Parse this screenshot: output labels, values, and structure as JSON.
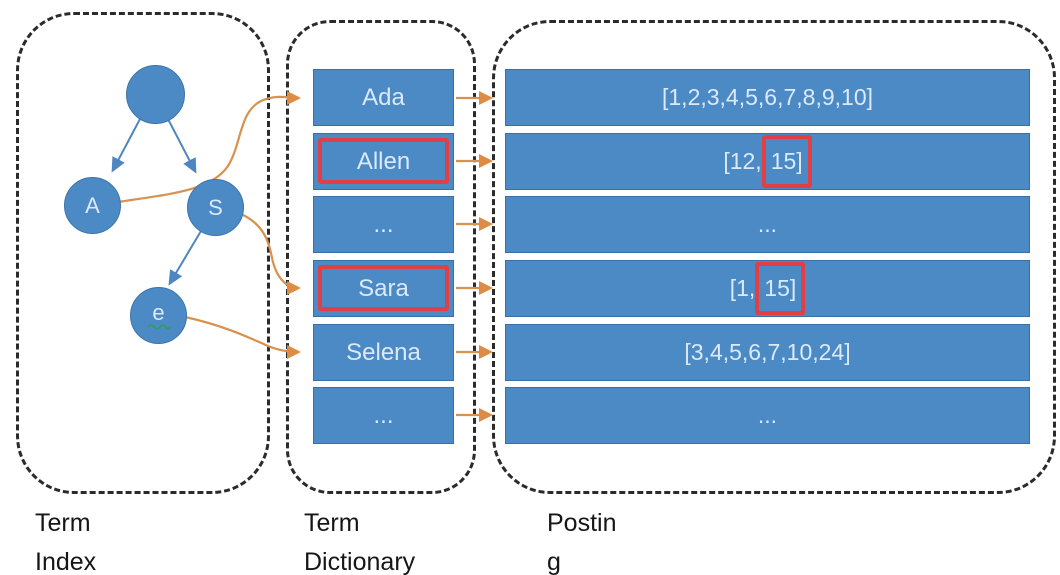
{
  "figure": {
    "title": "inverted index structure diagram",
    "colors": {
      "node_and_box_fill": "#4c8ac6",
      "box_border": "#3a70a6",
      "box_text": "#dbe9f8",
      "tree_arrow_blue": "#4e86c2",
      "link_arrow_orange": "#d8914e",
      "highlight_red": "#e23f44",
      "container_dash": "#2b2b2b",
      "label_text": "#161616",
      "squiggle_green": "#2f9e63"
    },
    "term_index": {
      "label_line1": "Term",
      "label_line2": "Index",
      "nodes": {
        "root": "",
        "left": "A",
        "right": "S",
        "child": "e"
      }
    },
    "term_dictionary": {
      "label_line1": "Term",
      "label_line2": "Dictionary",
      "rows": [
        {
          "label": "Ada",
          "highlighted": false
        },
        {
          "label": "Allen",
          "highlighted": true
        },
        {
          "label": "...",
          "highlighted": false
        },
        {
          "label": "Sara",
          "highlighted": true
        },
        {
          "label": "Selena",
          "highlighted": false
        },
        {
          "label": "...",
          "highlighted": false
        }
      ]
    },
    "posting": {
      "label_line1": "Postin",
      "label_line2": "g",
      "rows": [
        {
          "text": "[1,2,3,4,5,6,7,8,9,10]"
        },
        {
          "text_prefix": "[12,",
          "text_highlight": "15]"
        },
        {
          "text": "..."
        },
        {
          "text_prefix": "[1,",
          "text_highlight": "15]"
        },
        {
          "text": "[3,4,5,6,7,10,24]"
        },
        {
          "text": "..."
        }
      ]
    },
    "links": [
      {
        "from": "A",
        "to": "Ada"
      },
      {
        "from": "S",
        "to": "Sara"
      },
      {
        "from": "e",
        "to": "Selena"
      }
    ]
  }
}
